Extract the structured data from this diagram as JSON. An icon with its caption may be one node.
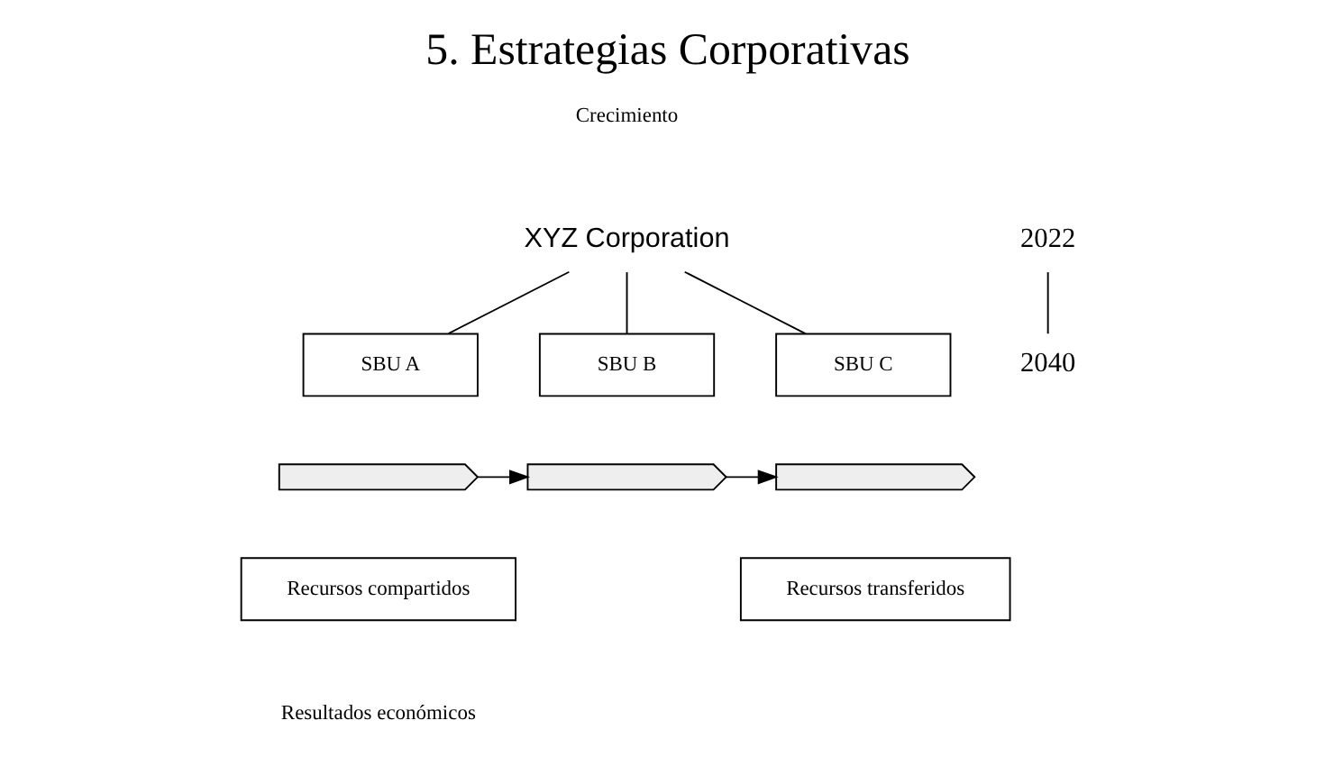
{
  "diagram": {
    "title": "5. Estrategias Corporativas",
    "nodes": [
      {
        "text": [
          "XYZ Corporation"
        ]
      },
      {
        "text": [
          "SBU A"
        ]
      },
      {
        "text": [
          "SBU B"
        ]
      },
      {
        "text": [
          "SBU C"
        ]
      },
      {
        "text": [],
        "shape": "chevron"
      },
      {
        "text": [],
        "shape": "chevron"
      },
      {
        "text": [],
        "shape": "chevron"
      },
      {
        "text": [
          "Recursos compartidos"
        ]
      },
      {
        "text": [
          "Recursos transferidos"
        ]
      },
      {
        "text": [
          "2022"
        ]
      },
      {
        "text": [
          "2040"
        ]
      }
    ],
    "edges": [
      {
        "from": 0,
        "to": 1,
        "arrow": "none"
      },
      {
        "from": 0,
        "to": 2,
        "arrow": "none"
      },
      {
        "from": 0,
        "to": 3,
        "arrow": "none"
      },
      {
        "from": 4,
        "to": 5,
        "arrow": "to"
      },
      {
        "from": 5,
        "to": 6,
        "arrow": "to"
      },
      {
        "from": 9,
        "to": 10,
        "arrow": "none"
      }
    ],
    "labels": [
      "Crecimiento",
      "Resultados económicos"
    ]
  }
}
